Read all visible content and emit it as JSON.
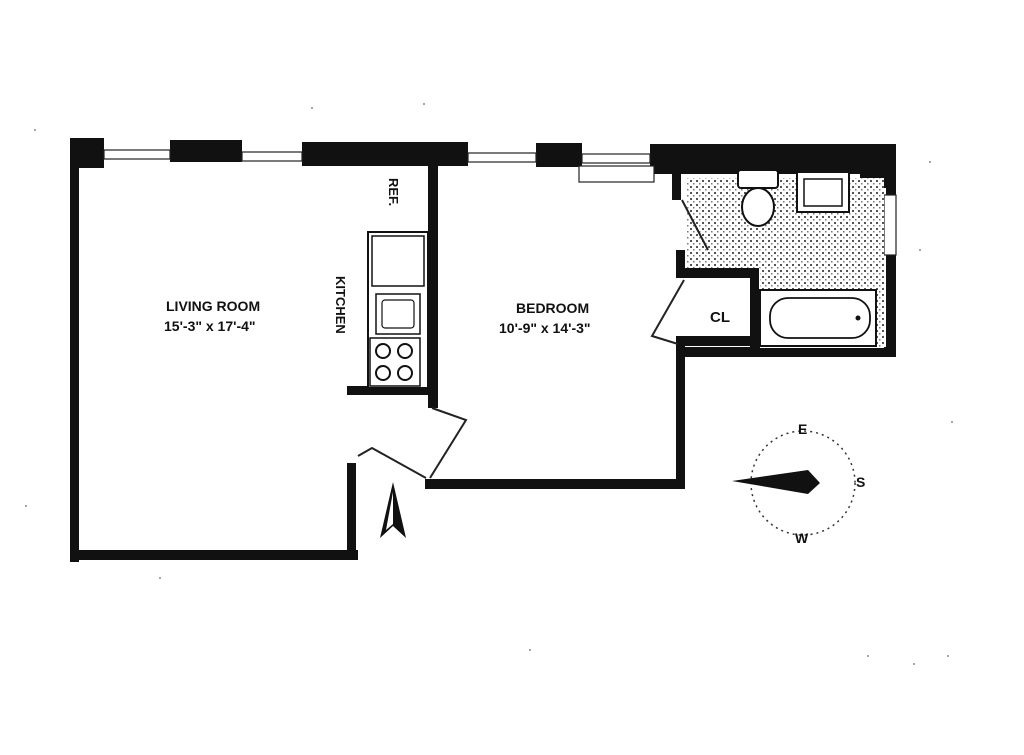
{
  "rooms": {
    "living": {
      "name": "LIVING ROOM",
      "dims": "15'-3\" x 17'-4\""
    },
    "bedroom": {
      "name": "BEDROOM",
      "dims": "10'-9\" x 14'-3\""
    },
    "kitchen": {
      "name": "KITCHEN"
    },
    "ref": {
      "name": "REF."
    },
    "closet": {
      "name": "CL"
    }
  },
  "compass": {
    "east": "E",
    "south": "S",
    "west": "W"
  }
}
